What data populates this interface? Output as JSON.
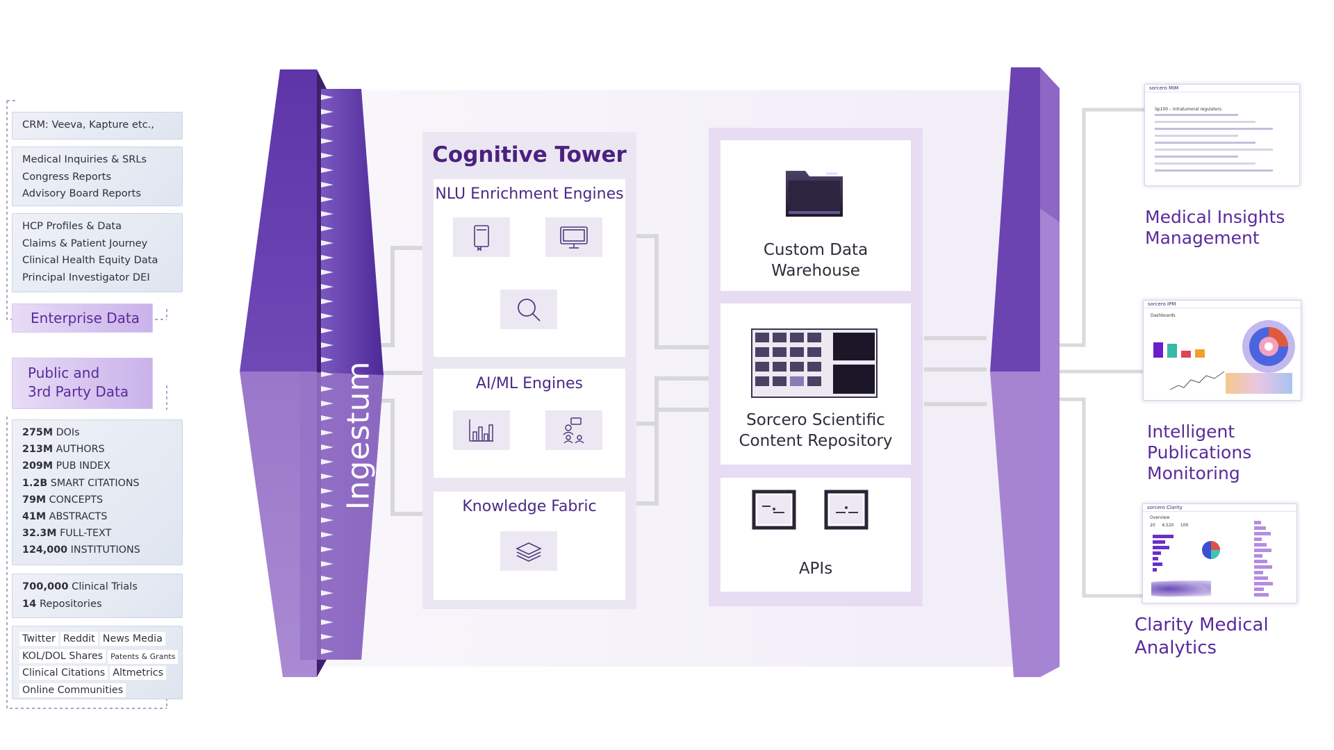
{
  "sources": {
    "enterprise_boxes": [
      [
        "CRM:  Veeva, Kapture etc.,"
      ],
      [
        "Medical Inquiries & SRLs",
        "Congress Reports",
        "Advisory Board Reports"
      ],
      [
        "HCP Profiles & Data",
        "Claims & Patient Journey",
        "Clinical Health Equity Data",
        "Principal Investigator DEI"
      ]
    ],
    "enterprise_label": "Enterprise Data",
    "public_label_line1": "Public and",
    "public_label_line2": "3rd Party Data",
    "stats": [
      {
        "num": "275M",
        "label": "DOIs"
      },
      {
        "num": "213M",
        "label": "AUTHORS"
      },
      {
        "num": "209M",
        "label": "PUB INDEX"
      },
      {
        "num": "1.2B",
        "label": "SMART CITATIONS"
      },
      {
        "num": "79M",
        "label": "CONCEPTS"
      },
      {
        "num": "41M",
        "label": "ABSTRACTS"
      },
      {
        "num": "32.3M",
        "label": "FULL-TEXT"
      },
      {
        "num": "124,000",
        "label": "INSTITUTIONS"
      }
    ],
    "trials": [
      {
        "num": "700,000",
        "label": "Clinical Trials"
      },
      {
        "num": "14",
        "label": "Repositories"
      }
    ],
    "social": {
      "twitter": "Twitter",
      "reddit": "Reddit",
      "news": "News Media",
      "kol": "KOL/DOL Shares",
      "patents": "Patents & Grants",
      "citations": "Clinical Citations",
      "altmetrics": "Altmetrics",
      "communities": "Online Communities"
    }
  },
  "ingest_label": "Ingestum",
  "tower": {
    "title": "Cognitive Tower",
    "nlu_title": "NLU Enrichment Engines",
    "aiml_title": "AI/ML Engines",
    "knowledge_title": "Knowledge Fabric",
    "icons": [
      "book-icon",
      "monitor-icon",
      "magnifier-icon",
      "bar-chart-icon",
      "team-icon",
      "layers-icon"
    ]
  },
  "storage": {
    "warehouse_line1": "Custom Data",
    "warehouse_line2": "Warehouse",
    "repo_line1": "Sorcero Scientific",
    "repo_line2": "Content Repository",
    "apis": "APIs"
  },
  "outputs": {
    "mim_line1": "Medical Insights",
    "mim_line2": "Management",
    "ipm_line1": "Intelligent Publications",
    "ipm_line2": "Monitoring",
    "cma_line1": "Clarity Medical",
    "cma_line2": "Analytics"
  },
  "thumbnails": {
    "brand_mim": "sorcero MIM",
    "brand_ipm": "sorcero IPM",
    "brand_clarity": "sorcero Clarity",
    "mim_row": "Sp100 – Intratumoral regulators",
    "ipm_header": "Dashboards",
    "clarity_header": "Overview",
    "clarity_kpi": [
      "20",
      "4,520",
      "100"
    ]
  },
  "colors": {
    "accent": "#5a2a9c",
    "slab_dark": "#5a2fa6",
    "slab_light": "#a585d0",
    "tile": "#ece8f3"
  }
}
